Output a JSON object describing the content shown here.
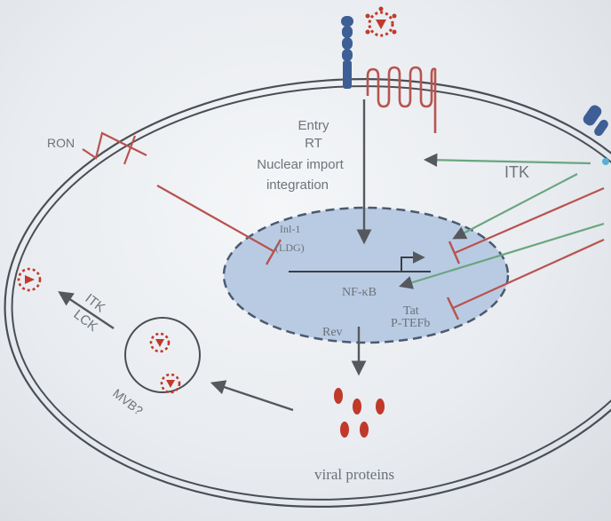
{
  "labels": {
    "entry": "Entry",
    "rt": "RT",
    "nuclear_import": "Nuclear import",
    "integration": "integration",
    "ron": "RON",
    "itk_right": "ITK",
    "inhibitor_line1": "Inl-1",
    "inhibitor_line2": "(LDG)",
    "nfkb": "NF-κB",
    "tat": "Tat",
    "ptefb": "P-TEFb",
    "rev": "Rev",
    "itk_left": "ITK",
    "lck": "LCK",
    "mvb": "MVB?",
    "viral_proteins": "viral proteins"
  },
  "colors": {
    "membrane": "#4a4f55",
    "inhibition": "#b8534f",
    "activation": "#6aa67f",
    "arrow": "#55595e",
    "nucleus_fill": "#b9cbe3",
    "nucleus_border": "#4a5a70",
    "virus": "#c0392b",
    "receptor_blue": "#3d5f95"
  }
}
